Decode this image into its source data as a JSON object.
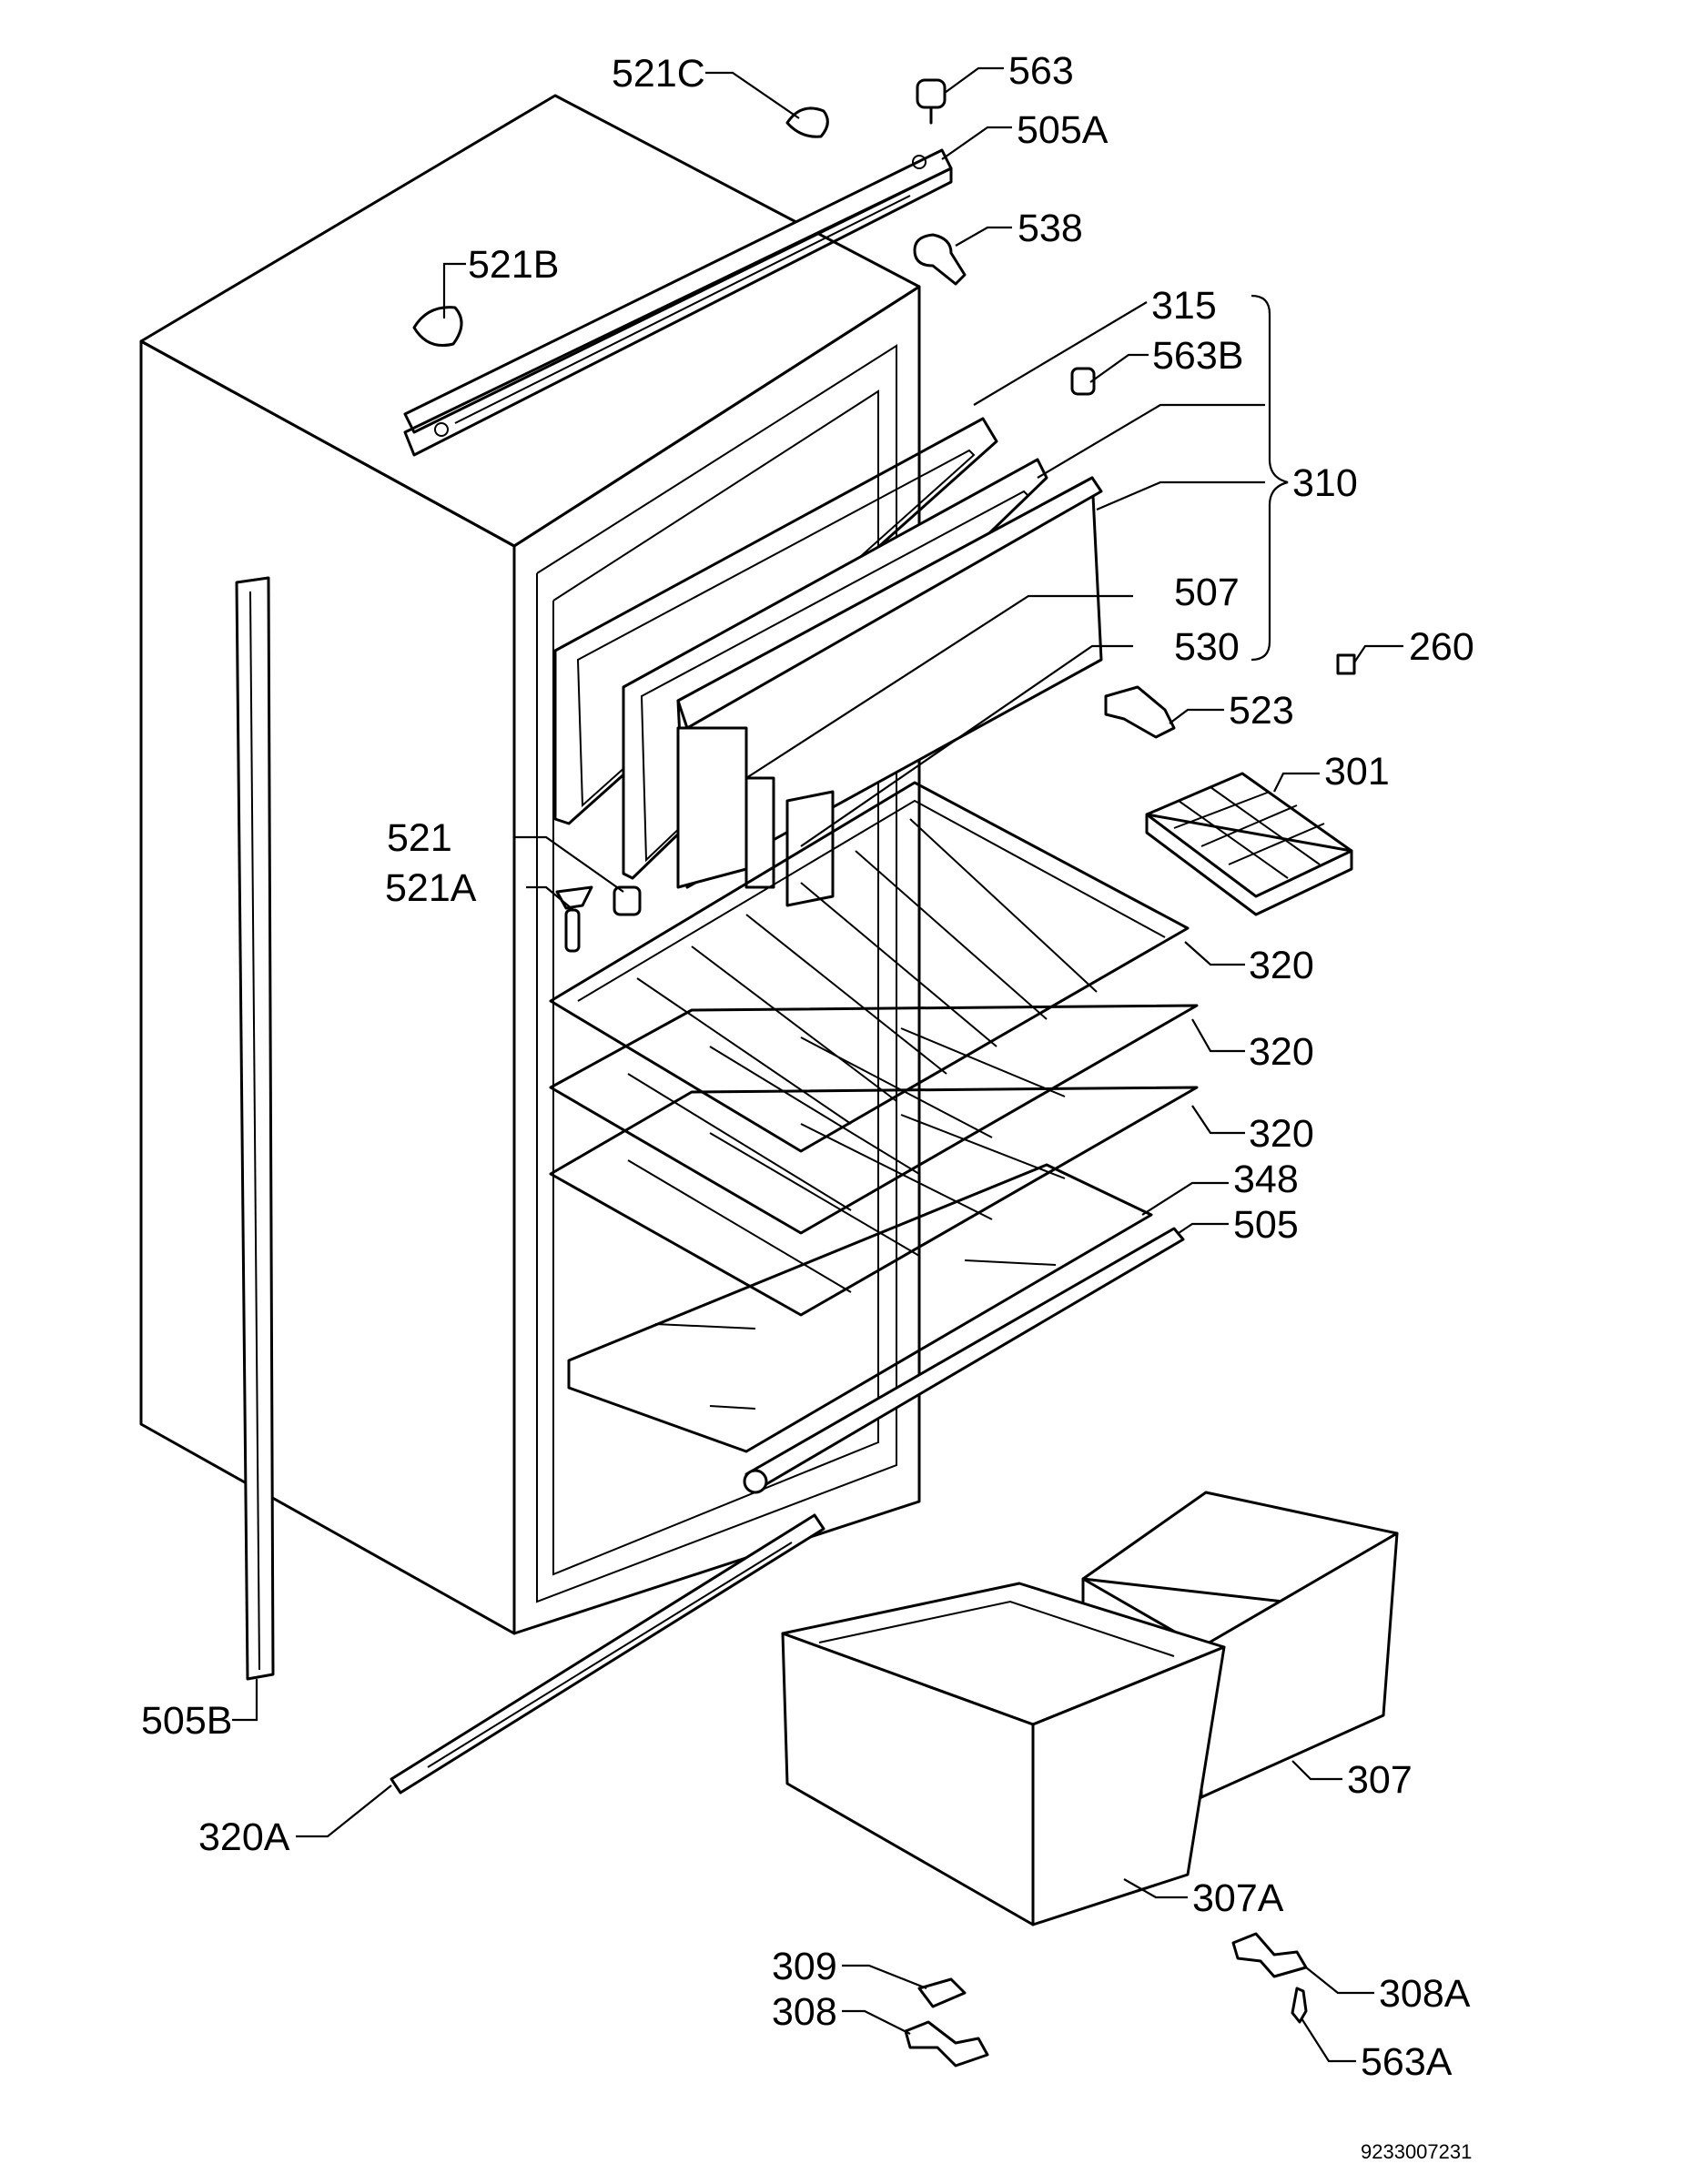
{
  "labels": {
    "l521c": "521C",
    "l563": "563",
    "l505a": "505A",
    "l538": "538",
    "l521b": "521B",
    "l315": "315",
    "l563b": "563B",
    "l310": "310",
    "l507": "507",
    "l530": "530",
    "l260": "260",
    "l523": "523",
    "l301": "301",
    "l521": "521",
    "l521a": "521A",
    "l320_1": "320",
    "l320_2": "320",
    "l320_3": "320",
    "l348": "348",
    "l505": "505",
    "l505b": "505B",
    "l307": "307",
    "l320a": "320A",
    "l307a": "307A",
    "l309": "309",
    "l308": "308",
    "l308a": "308A",
    "l563a": "563A"
  },
  "doc_number": "9233007231"
}
